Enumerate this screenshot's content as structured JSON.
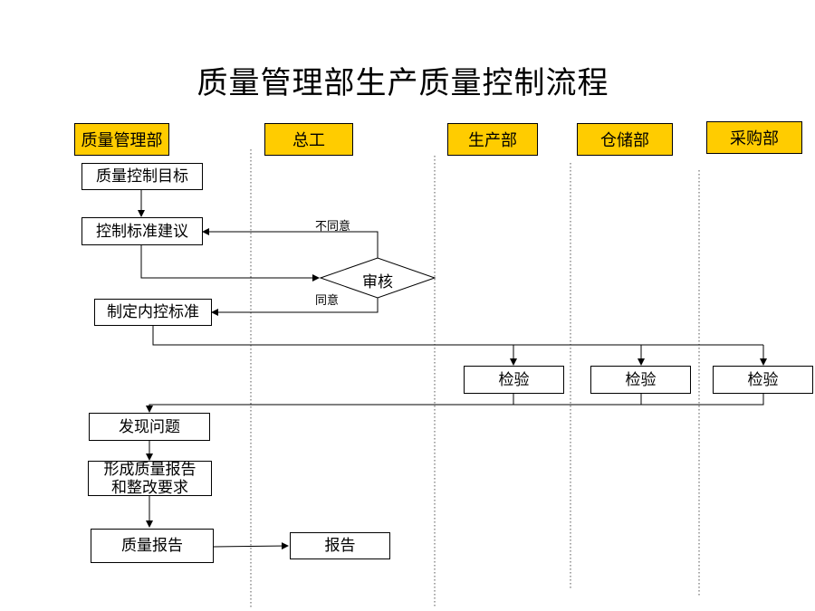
{
  "title": "质量管理部生产质量控制流程",
  "lanes": {
    "quality": "质量管理部",
    "chief": "总工",
    "production": "生产部",
    "warehouse": "仓储部",
    "purchasing": "采购部"
  },
  "steps": {
    "goal": "质量控制目标",
    "proposal": "控制标准建议",
    "review": "审核",
    "internal_standard": "制定内控标准",
    "inspect_production": "检验",
    "inspect_warehouse": "检验",
    "inspect_purchasing": "检验",
    "find_issue": "发现问题",
    "report_line1": "形成质量报告",
    "report_line2": "和整改要求",
    "quality_report": "质量报告",
    "chief_report": "报告"
  },
  "edge_labels": {
    "disagree": "不同意",
    "agree": "同意"
  },
  "colors": {
    "lane_header": "#ffcc00"
  }
}
